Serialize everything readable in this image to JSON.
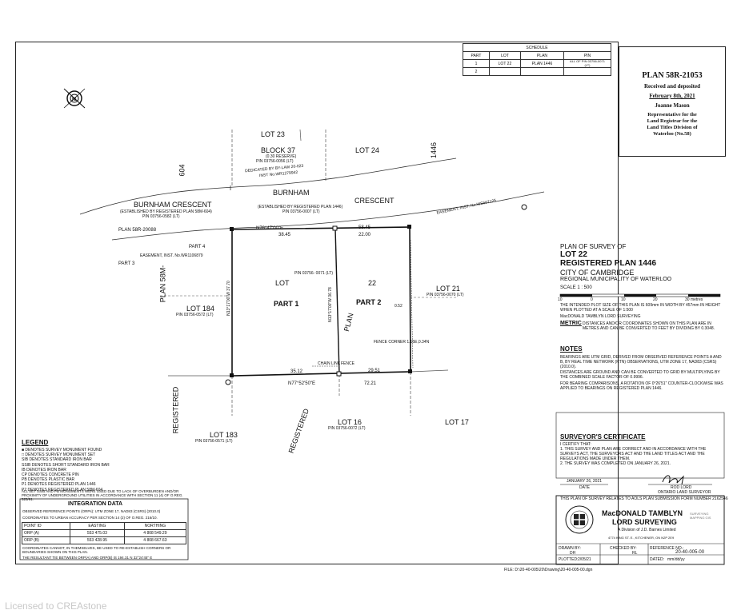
{
  "plan_box": {
    "plan_number": "PLAN 58R-21053",
    "received": "Received and deposited",
    "date": "February 8th, 2021",
    "name": "Joanne Mason",
    "rep_line1": "Representative for the",
    "rep_line2": "Land Registrar for the",
    "rep_line3": "Land Titles Division of",
    "rep_line4": "Waterloo (No.58)"
  },
  "schedule": {
    "title": "SCHEDULE",
    "headers": [
      "PART",
      "LOT",
      "PLAN",
      "PIN"
    ],
    "rows": [
      [
        "1",
        "LOT 22",
        "PLAN 1446",
        "ALL OF PIN 03756-0071 (LT)"
      ],
      [
        "2",
        "",
        "",
        ""
      ]
    ]
  },
  "map": {
    "lot23": "LOT 23",
    "lot24": "LOT 24",
    "block37": "BLOCK 37",
    "block37_sub": "(0.30 RESERVE)",
    "block37_pin": "PIN 03756-0056 (LT)",
    "dedicated1": "DEDICATED BY BY-LAW 20-023",
    "dedicated2": "INST No.WR1279942",
    "n604": "604",
    "n1446": "1446",
    "burnham1": "BURNHAM CRESCENT",
    "burnham1_sub": "(ESTABLISHED BY REGISTERED PLAN 58M-604)",
    "burnham1_pin": "PIN 03756-0582 (LT)",
    "burnham2a": "BURNHAM",
    "burnham2b": "CRESCENT",
    "burnham2_sub": "(ESTABLISHED BY REGISTERED PLAN 1446)",
    "burnham2_pin": "PIN 03756-0007 (LT)",
    "easement_top": "EASEMENT, INST. No.WS667125",
    "plan58r": "PLAN 58R-20088",
    "part4": "PART 4",
    "part3": "PART 3",
    "easement_left": "EASEMENT, INST. No.WR1106879",
    "lot": "LOT",
    "lot22": "22",
    "pin_main": "PIN   03756-   0071   (LT)",
    "part1": "PART 1",
    "part2": "PART 2",
    "plan_word": "PLAN",
    "lot21": "LOT 21",
    "lot21_pin": "PIN 03756-0070 (LT)",
    "lot184": "LOT 184",
    "lot184_pin": "PIN 03756-0572 (LT)",
    "plan58m": "PLAN    58M-",
    "registered_left": "REGISTERED",
    "registered_mid": "REGISTERED",
    "lot183": "LOT 183",
    "lot183_pin": "PIN 03756-0571 (LT)",
    "lot16": "LOT 16",
    "lot16_pin": "PIN 03756-0072 (LT)",
    "lot17": "LOT 17",
    "dim_top1": "N76°47'00\"E",
    "dim_top2": "38.45",
    "dim_top3": "58.45",
    "dim_top4": "22.00",
    "dim_bot1": "35.12",
    "dim_bot2": "29.51",
    "dim_bot3": "N77°52'50\"E",
    "dim_bot4": "72.21",
    "dim_left1": "N13°17'00\"W 37.70",
    "dim_mid": "N13°17'00\"W 36.78",
    "fence_corner": "FENCE CORNER 1.15E,0.34N",
    "chain_link": "CHAIN LINK",
    "fence": "FENCE",
    "measure": "0.52"
  },
  "title_block": {
    "l1": "PLAN OF SURVEY OF",
    "l2": "LOT 22",
    "l3": "REGISTERED PLAN 1446",
    "l4": "CITY OF CAMBRIDGE",
    "l5": "REGIONAL MUNICIPALITY OF WATERLOO",
    "scale": "SCALE  1 : 500",
    "scale_ticks": [
      "10",
      "0",
      "10",
      "20",
      "30 metres"
    ],
    "note_size": "THE INTENDED PLOT SIZE OF THIS PLAN IS 609mm IN WIDTH BY 457mm IN HEIGHT WHEN PLOTTED AT A SCALE OF 1:500",
    "firm": "MacDONALD TAMBLYN LORD SURVEYING",
    "metric_label": "METRIC",
    "metric_text": "DISTANCES AND/OR COORDINATES SHOWN ON THIS PLAN ARE IN METRES AND CAN BE CONVERTED TO FEET BY DIVIDING BY 0.3048."
  },
  "notes": {
    "title": "NOTES",
    "n1": "BEARINGS ARE UTM GRID, DERIVED FROM OBSERVED REFERENCE POINTS A AND B, BY REAL TIME NETWORK (RTN) OBSERVATIONS, UTM ZONE 17, NAD83 (CSRS) (2010.0).",
    "n2": "DISTANCES ARE GROUND AND CAN BE CONVERTED TO GRID BY MULTIPLYING BY THE COMBINED SCALE FACTOR OF 0.9996.",
    "n3": "FOR BEARING COMPARISONS, A ROTATION OF 0°26'51\" COUNTER-CLOCKWISE WAS APPLIED TO BEARINGS ON REGISTERED PLAN 1446."
  },
  "certificate": {
    "title": "SURVEYOR'S CERTIFICATE",
    "certify": "I CERTIFY THAT:",
    "c1": "1. THIS SURVEY AND PLAN ARE CORRECT AND IN ACCORDANCE WITH THE SURVEYS ACT, THE SURVEYORS ACT AND THE LAND TITLES ACT AND THE REGULATIONS MADE UNDER THEM.",
    "c2": "2. THE SURVEY WAS COMPLETED ON JANUARY 26, 2021.",
    "date": "JANUARY 26, 2021",
    "date_label": "DATE",
    "surveyor": "ROD LORD",
    "surveyor_title": "ONTARIO LAND SURVEYOR",
    "aols": "THIS PLAN OF SURVEY RELATES TO AOLS PLAN SUBMISSION FORM NUMBER 2162546"
  },
  "firm_block": {
    "name1": "MacDONALD TAMBLYN",
    "name2": "LORD SURVEYING",
    "sub": "A Division of J.D. Barnes Limited",
    "tagline": "SURVEYING MAPPING GIS",
    "address": "4774 KING ST. E., KITCHENER, ON  N2P 2E9",
    "drawn_label": "DRAWN BY:",
    "drawn": "DH",
    "checked_label": "CHECKED BY:",
    "checked": "RL",
    "reference_label": "REFERENCE NO.:",
    "reference": "20-40-005-00",
    "plotted_label": "PLOTTED:",
    "plotted": "2/05/21",
    "dated_label": "DATED:",
    "dated": "mm/dd/yy"
  },
  "file_path": "FILE: D:\\20-40-005\\20\\Drawing\\20-40-005-00.dgn",
  "legend": {
    "title": "LEGEND",
    "items": [
      "■   DENOTES   SURVEY MONUMENT FOUND",
      "□   DENOTES   SURVEY MONUMENT SET",
      "SIB  DENOTES  STANDARD IRON BAR",
      "SSIB DENOTES  SHORT STANDARD IRON BAR",
      "IB   DENOTES  IRON BAR",
      "CP   DENOTES  CONCRETE PIN",
      "PB   DENOTES  PLASTIC BAR",
      "P1   DENOTES  REGISTERED PLAN 1446",
      "P2   DENOTES  REGISTERED PLAN 58M-604"
    ],
    "footnote": "ALL SET SSIB AND PB MONUMENTS WERE USED DUE TO LACK OF OVERBURDEN AND/OR PROXIMITY OF UNDERGROUND UTILITIES IN ACCORDANCE WITH SECTION 11 (4) OF O.REG. 525/91."
  },
  "integration": {
    "title": "INTEGRATION DATA",
    "row1": "OBSERVED REFERENCE POINTS (ORPs): UTM ZONE 17, NAD83 (CSRS) (2010.0)",
    "row2": "COORDINATES TO URBAN ACCURACY PER SECTION 14 (2) OF O.REG. 216/10.",
    "headers": [
      "POINT ID",
      "EASTING",
      "NORTHING"
    ],
    "rows": [
      [
        "ORP (A)",
        "553 475.03",
        "4 808 549.29"
      ],
      [
        "ORP (B)",
        "553 428.95",
        "4 808 667.63"
      ]
    ],
    "note": "COORDINATES CANNOT, IN THEMSELVES, BE USED TO RE-ESTABLISH CORNERS OR BOUNDARIES SHOWN ON THIS PLAN.",
    "tie": "THE RESULTANT TIE BETWEEN ORP(A) AND ORP(B) IS 194.31 N 32°24'45\" E"
  },
  "watermark": "Licensed to CREAstone"
}
